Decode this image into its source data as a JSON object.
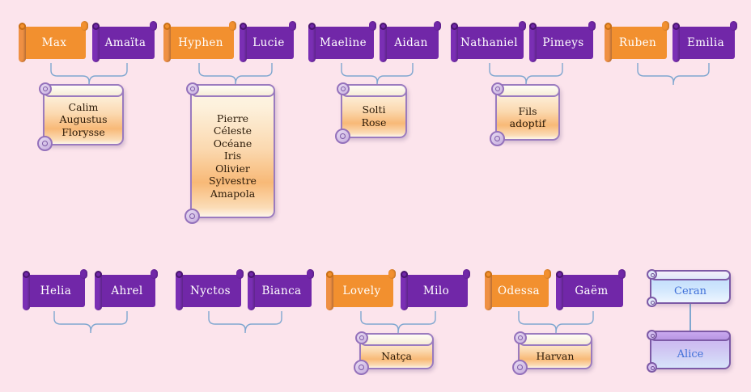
{
  "page": {
    "title": "Family Tree Diagram",
    "background_color": "#fce4ec",
    "accent_orange": "#f2902f",
    "accent_purple": "#7127a8",
    "connector_color": "#7fa7d0",
    "scroll_border": "#9b7bbf",
    "blue_text": "#3f6fd8"
  },
  "families": [
    {
      "id": "family-1",
      "parents": [
        {
          "name": "Max",
          "color": "orange"
        },
        {
          "name": "Amaïta",
          "color": "purple"
        }
      ],
      "children": "Calim\nAugustus\nFlorysse"
    },
    {
      "id": "family-2",
      "parents": [
        {
          "name": "Hyphen",
          "color": "orange"
        },
        {
          "name": "Lucie",
          "color": "purple"
        }
      ],
      "children": "Pierre\nCéleste\nOcéane\nIris\nOlivier\nSylvestre\nAmapola"
    },
    {
      "id": "family-3",
      "parents": [
        {
          "name": "Maeline",
          "color": "purple"
        },
        {
          "name": "Aidan",
          "color": "purple"
        }
      ],
      "children": "Solti\nRose"
    },
    {
      "id": "family-4",
      "parents": [
        {
          "name": "Nathaniel",
          "color": "purple"
        },
        {
          "name": "Pimeys",
          "color": "purple"
        }
      ],
      "children": "Fils\nadoptif"
    },
    {
      "id": "family-5",
      "parents": [
        {
          "name": "Ruben",
          "color": "orange"
        },
        {
          "name": "Emilia",
          "color": "purple"
        }
      ],
      "children": ""
    },
    {
      "id": "family-6",
      "parents": [
        {
          "name": "Helia",
          "color": "purple"
        },
        {
          "name": "Ahrel",
          "color": "purple"
        }
      ],
      "children": ""
    },
    {
      "id": "family-7",
      "parents": [
        {
          "name": "Nyctos",
          "color": "purple"
        },
        {
          "name": "Bianca",
          "color": "purple"
        }
      ],
      "children": ""
    },
    {
      "id": "family-8",
      "parents": [
        {
          "name": "Lovely",
          "color": "orange"
        },
        {
          "name": "Milo",
          "color": "purple"
        }
      ],
      "children": "Natça"
    },
    {
      "id": "family-9",
      "parents": [
        {
          "name": "Odessa",
          "color": "orange"
        },
        {
          "name": "Gaëm",
          "color": "purple"
        }
      ],
      "children": "Harvan"
    }
  ],
  "lineage_boxes": [
    {
      "id": "box-ceran",
      "name": "Ceran",
      "style": "lightblue"
    },
    {
      "id": "box-alice",
      "name": "Alice",
      "style": "violet"
    }
  ]
}
